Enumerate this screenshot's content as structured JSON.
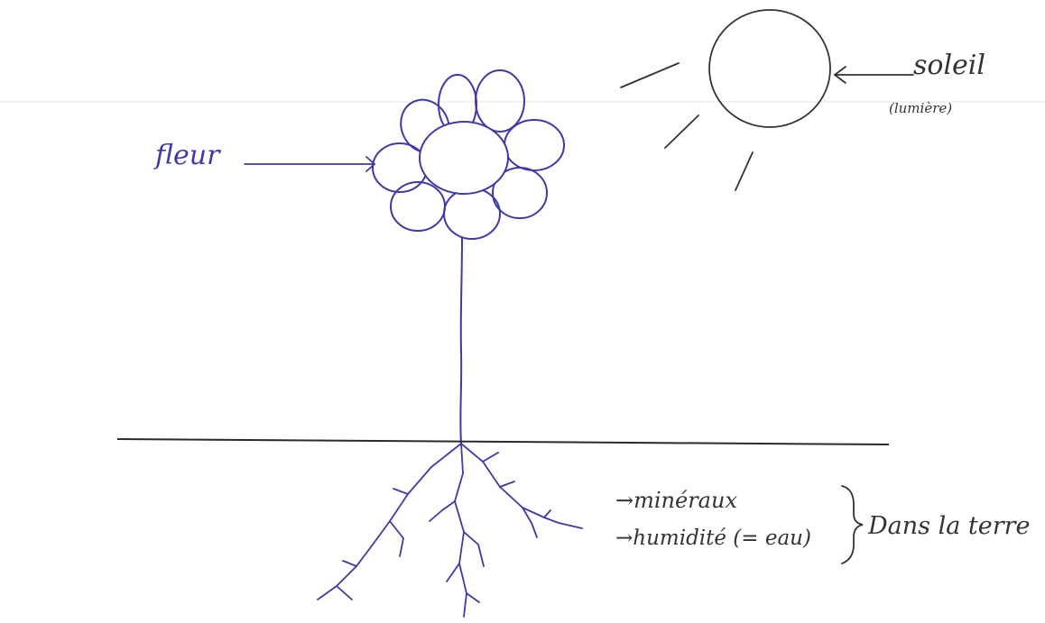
{
  "labels": {
    "flower": "fleur",
    "sun": "soleil",
    "sun_note": "(lumière)",
    "mineral": "→minéraux",
    "humidity": "→humidité (= eau)",
    "soil": "Dans la terre"
  },
  "colors": {
    "pen_blue": "#3f3aa6",
    "pencil": "#333333",
    "ground_line": "#2a2a2a",
    "paper_rule": "#e6e6e6"
  }
}
